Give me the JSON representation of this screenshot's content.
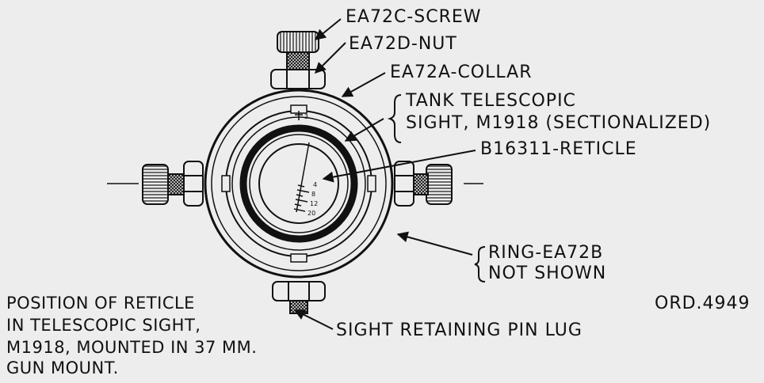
{
  "labels": {
    "screw": "EA72C-SCREW",
    "nut": "EA72D-NUT",
    "collar": "EA72A-COLLAR",
    "telescope_line1": "TANK TELESCOPIC",
    "telescope_line2": "SIGHT, M1918 (SECTIONALIZED)",
    "reticle": "B16311-RETICLE",
    "ring_line1": "RING-EA72B",
    "ring_line2": "NOT SHOWN",
    "pin_lug": "SIGHT RETAINING PIN LUG",
    "ord_number": "ORD.4949"
  },
  "caption": {
    "line1": "POSITION OF RETICLE",
    "line2": "IN TELESCOPIC SIGHT,",
    "line3": "M1918, MOUNTED IN 37 MM.",
    "line4": "GUN MOUNT."
  },
  "reticle_scale": {
    "top_mark": "3",
    "marks": [
      "4",
      "8",
      "12",
      "20"
    ]
  },
  "colors": {
    "ink": "#111111",
    "paper": "#ededed"
  }
}
